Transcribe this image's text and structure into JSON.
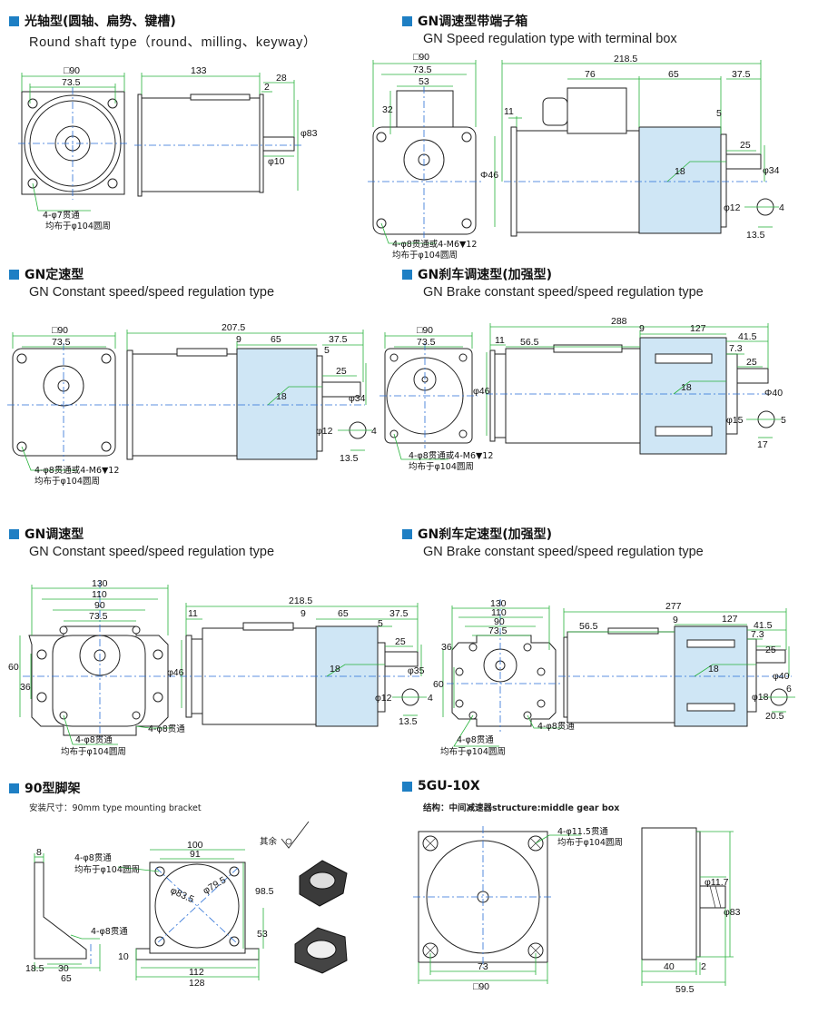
{
  "sections": [
    {
      "title": "光轴型(圆轴、扁势、键槽)",
      "subtitle": "Round shaft type（round、milling、keyway）"
    },
    {
      "title": "GN调速型带端子箱",
      "subtitle": "GN Speed regulation type with terminal box"
    },
    {
      "title": "GN定速型",
      "subtitle": "GN Constant speed/speed regulation type"
    },
    {
      "title": "GN刹车调速型(加强型)",
      "subtitle": "GN Brake constant speed/speed regulation type"
    },
    {
      "title": "GN调速型",
      "subtitle": "GN Constant speed/speed regulation type"
    },
    {
      "title": "GN刹车定速型(加强型)",
      "subtitle": "GN Brake constant speed/speed regulation type"
    },
    {
      "title": "90型脚架",
      "subtitle": "安装尺寸：90mm type mounting bracket"
    },
    {
      "title": "5GU-10X",
      "subtitle": "结构：中间减速器structure:middle gear box"
    }
  ],
  "notes": {
    "holes_7": "4-φ7贯通",
    "holes_8_m6": "4-φ8贯通或4-M6▼12",
    "holes_8": "4-φ8贯通",
    "holes_115": "4-φ11.5贯通",
    "pcd_104": "均布于φ104圆周",
    "pcd_104_cut": "均布于φ104圆周",
    "rest": "其余"
  },
  "dims": {
    "s1": {
      "sq": "□90",
      "w": "73.5",
      "len": "133",
      "d28": "28",
      "d2": "2",
      "phi83": "φ83",
      "phi10": "φ10"
    },
    "s2": {
      "sq": "□90",
      "w": "73.5",
      "w53": "53",
      "h32": "32",
      "len": "218.5",
      "d76": "76",
      "d65": "65",
      "d375": "37.5",
      "d11": "11",
      "d5": "5",
      "d25": "25",
      "phi34": "φ34",
      "d18": "18",
      "phi46": "Φ46",
      "phi12": "φ12",
      "d4": "4",
      "d135": "13.5"
    },
    "s3": {
      "sq": "□90",
      "w": "73.5",
      "len": "207.5",
      "d9": "9",
      "d65": "65",
      "d375": "37.5",
      "d5": "5",
      "d25": "25",
      "phi34": "φ34",
      "d18": "18",
      "phi12": "φ12",
      "d4": "4",
      "d135": "13.5"
    },
    "s4": {
      "sq": "□90",
      "w": "73.5",
      "len": "288",
      "d11": "11",
      "d565": "56.5",
      "d9": "9",
      "d127": "127",
      "d415": "41.5",
      "d73": "7.3",
      "d25": "25",
      "phi46": "φ46",
      "d18": "18",
      "phi40": "Φ40",
      "phi15": "φ15",
      "d5": "5",
      "d17": "17"
    },
    "s5": {
      "w130": "130",
      "w110": "110",
      "w90": "90",
      "w735": "73.5",
      "h60": "60",
      "h36": "36",
      "len": "218.5",
      "d11": "11",
      "d9": "9",
      "d65": "65",
      "d375": "37.5",
      "d5": "5",
      "d25": "25",
      "phi46": "φ46",
      "d18": "18",
      "phi35": "φ35",
      "phi12": "φ12",
      "d4": "4",
      "d135": "13.5"
    },
    "s6": {
      "w130": "130",
      "w110": "110",
      "w90": "90",
      "w735": "73.5",
      "h36": "36",
      "h60": "60",
      "len": "277",
      "d565": "56.5",
      "d9": "9",
      "d127": "127",
      "d415": "41.5",
      "d73": "7.3",
      "d25": "25",
      "d18": "18",
      "phi40": "φ40",
      "phi18": "φ18",
      "d6": "6",
      "d205": "20.5"
    },
    "s7": {
      "d8": "8",
      "d185": "18.5",
      "d30": "30",
      "d65": "65",
      "d100": "100",
      "d91": "91",
      "d835": "φ83.5",
      "d795": "φ79.5",
      "d985": "98.5",
      "d53": "53",
      "d10": "10",
      "d112": "112",
      "d128": "128"
    },
    "s8": {
      "d73": "73",
      "sq": "□90",
      "phi117": "φ11.7",
      "phi83": "φ83",
      "d40": "40",
      "d2": "2",
      "d595": "59.5"
    }
  }
}
